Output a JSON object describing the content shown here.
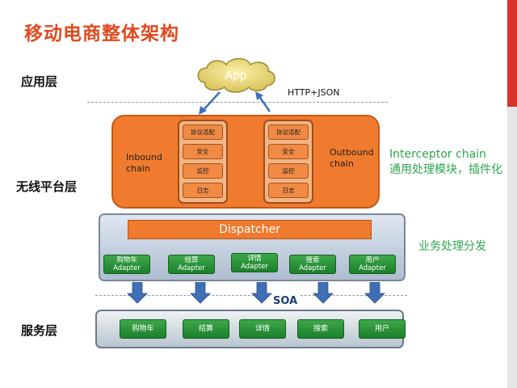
{
  "title": "移动电商整体架构",
  "layers": {
    "app": "应用层",
    "platform": "无线平台层",
    "service": "服务层"
  },
  "app_cloud": "App",
  "protocol": "HTTP+JSON",
  "inbound_label": "Inbound\nchain",
  "outbound_label": "Outbound\nchain",
  "chain_items": [
    "协议适配",
    "安全",
    "监控",
    "日志"
  ],
  "interceptor_note": {
    "line1": "Interceptor  chain",
    "line2": "通用处理模块，插件化"
  },
  "dispatcher": "Dispatcher",
  "dispatch_note": "业务处理分发",
  "adapters": [
    {
      "name": "购物车",
      "suffix": "Adapter"
    },
    {
      "name": "结算",
      "suffix": "Adapter"
    },
    {
      "name": "详情",
      "suffix": "Adapter"
    },
    {
      "name": "搜索",
      "suffix": "Adapter"
    },
    {
      "name": "用户",
      "suffix": "Adapter"
    }
  ],
  "soa_label": "SOA",
  "services": [
    "购物车",
    "结算",
    "详情",
    "搜索",
    "用户"
  ],
  "colors": {
    "title": "#e04a1f",
    "orange": "#f07a2e",
    "green": "#2fa44f",
    "arrow_blue": "#3f6fb5"
  }
}
